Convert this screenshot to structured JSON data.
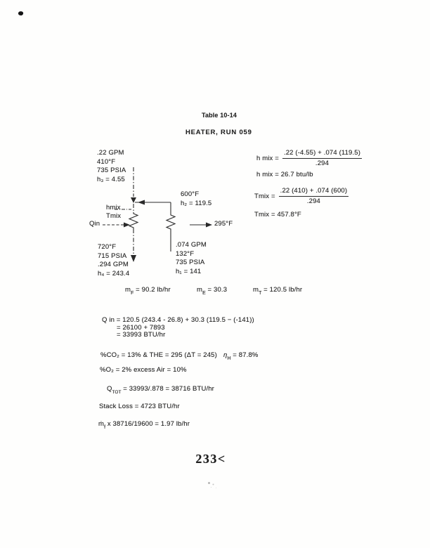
{
  "header": {
    "table_label": "Table 10-14",
    "title": "HEATER, RUN 059"
  },
  "diagram": {
    "inlet_top": {
      "lines": [
        ".22 GPM",
        "410°F",
        "735 PSIA",
        "h₃ = 4.55"
      ]
    },
    "inlet_right": {
      "lines": [
        "600°F",
        "h₂ = 119.5"
      ]
    },
    "mix_labels": {
      "lines": [
        "hmix",
        "Tmix"
      ]
    },
    "qin_label": "Qin",
    "outlet_temp": "295°F",
    "outlet_bottom_left": {
      "lines": [
        "720°F",
        "715 PSIA",
        ".294 GPM",
        "h₄ = 243.4"
      ]
    },
    "stream_bottom_right": {
      "lines": [
        ".074 GPM",
        "132°F",
        "735 PSIA",
        "h₁ = 141"
      ]
    }
  },
  "equations": {
    "hmix_frac": {
      "lhs": "h mix =",
      "numerator": ".22 (-4.55) + .074 (119.5)",
      "denominator": ".294"
    },
    "hmix_result": "h mix = 26.7 btu/lb",
    "tmix_frac": {
      "lhs": "Tmix =",
      "numerator": ".22 (410) + .074 (600)",
      "denominator": ".294"
    },
    "tmix_result": "Tmix = 457.8°F"
  },
  "mass_flows": [
    {
      "base": "m",
      "sub": "F",
      "value": "= 90.2 lb/hr"
    },
    {
      "base": "m",
      "sub": "E",
      "value": "= 30.3"
    },
    {
      "base": "m",
      "sub": "T",
      "value": "= 120.5 lb/hr"
    }
  ],
  "heat_calc": {
    "line1": "Q in =  120.5 (243.4 - 26.8) + 30.3 (119.5 − (-141))",
    "line2": "=  26100 + 7893",
    "line3": "=  33993 BTU/hr"
  },
  "combustion": {
    "co2_line": "%CO₂ = 13% & THE = 295 (ΔT = 245)",
    "efficiency": {
      "base": "η",
      "sub": "H",
      "value": "= 87.8%"
    },
    "o2_line": "%O₂ = 2% excess Air = 10%",
    "qtot": {
      "base": "Q",
      "sub": "TOT",
      "value": "= 33993/.878 = 38716 BTU/hr"
    },
    "stack_loss": "Stack Loss = 4723 BTU/hr",
    "fuel_rate": {
      "base": "ṁ",
      "sub": "f",
      "value": "x 38716/19600 = 1.97 lb/hr"
    }
  },
  "footer": {
    "page_number": "233<"
  }
}
